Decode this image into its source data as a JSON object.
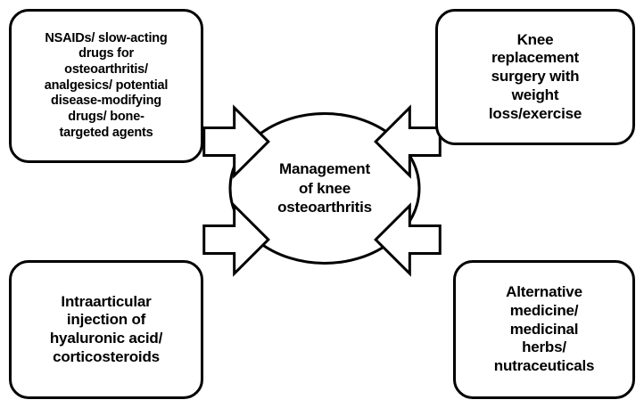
{
  "diagram": {
    "title": "Management of knee osteoarthritis concept diagram",
    "center": {
      "name": "management-of-knee-osteoarthritis",
      "label": "Management\nof knee\nosteoarthritis",
      "shape": "ellipse"
    },
    "nodes": [
      {
        "id": "pharmacologic",
        "position": "top-left",
        "label": "NSAIDs/ slow-acting\ndrugs for\nosteoarthritis/\nanalgesics/ potential\ndisease-modifying\ndrugs/ bone-\ntargeted agents"
      },
      {
        "id": "surgical",
        "position": "top-right",
        "label": "Knee\nreplacement\nsurgery with\nweight\nloss/exercise"
      },
      {
        "id": "injection",
        "position": "bottom-left",
        "label": "Intraarticular\ninjection of\nhyaluronic acid/\ncorticosteroids"
      },
      {
        "id": "alternative",
        "position": "bottom-right",
        "label": "Alternative\nmedicine/\nmedicinal\nherbs/\nnutraceuticals"
      }
    ],
    "arrows": [
      {
        "id": "arrow-top-left",
        "from": "pharmacologic",
        "to": "center",
        "direction": "down-right"
      },
      {
        "id": "arrow-top-right",
        "from": "surgical",
        "to": "center",
        "direction": "down-left"
      },
      {
        "id": "arrow-bottom-left",
        "from": "injection",
        "to": "center",
        "direction": "up-right"
      },
      {
        "id": "arrow-bottom-right",
        "from": "alternative",
        "to": "center",
        "direction": "up-left"
      }
    ],
    "colors": {
      "stroke": "#000000",
      "fill": "#ffffff",
      "text": "#000000"
    }
  }
}
